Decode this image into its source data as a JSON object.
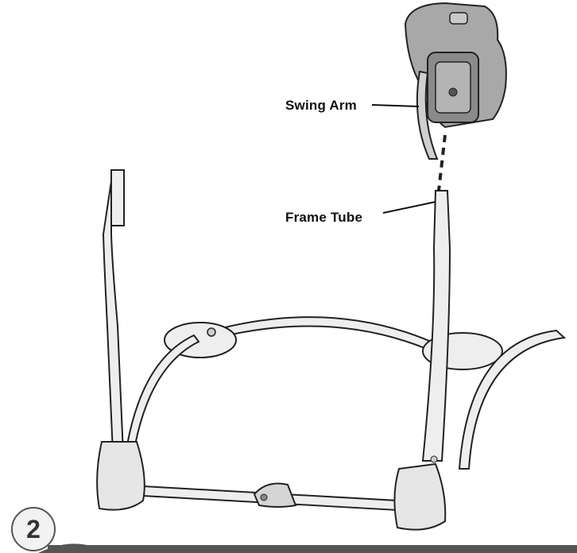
{
  "labels": {
    "swing_arm": "Swing Arm",
    "frame_tube": "Frame Tube"
  },
  "step": {
    "number": "2"
  },
  "colors": {
    "outline": "#222222",
    "metal_fill": "#eeeeee",
    "motor_fill": "#a8a8a8",
    "motor_dark": "#8a8a8a",
    "footer_bar": "#555555"
  }
}
